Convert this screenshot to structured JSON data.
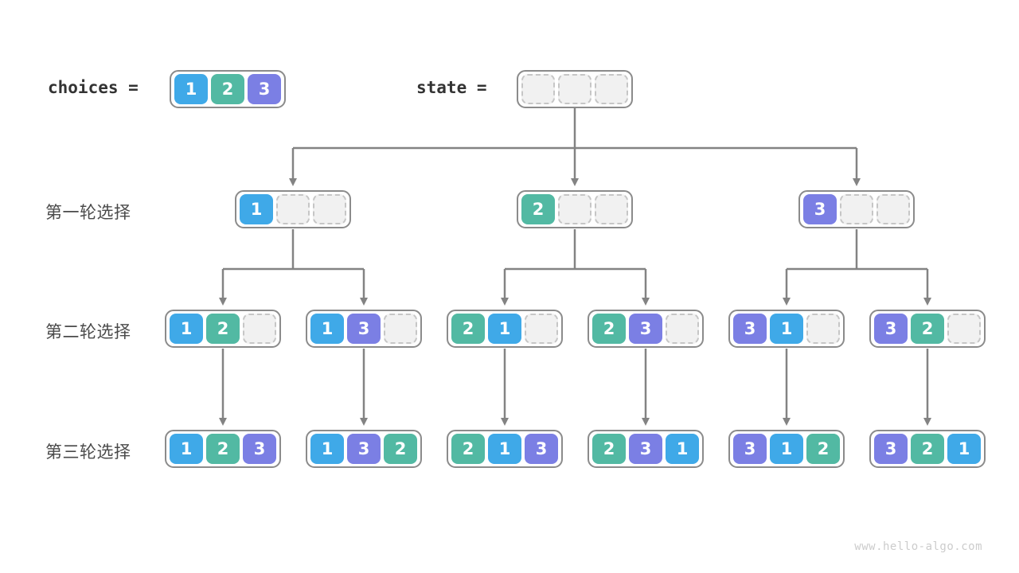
{
  "header": {
    "choices_label": "choices =",
    "state_label": "state =",
    "choices_values": [
      1,
      2,
      3
    ],
    "state_values": [
      null,
      null,
      null
    ]
  },
  "rows": [
    {
      "label": "第一轮选择",
      "nodes": [
        [
          1,
          null,
          null
        ],
        [
          2,
          null,
          null
        ],
        [
          3,
          null,
          null
        ]
      ]
    },
    {
      "label": "第二轮选择",
      "nodes": [
        [
          1,
          2,
          null
        ],
        [
          1,
          3,
          null
        ],
        [
          2,
          1,
          null
        ],
        [
          2,
          3,
          null
        ],
        [
          3,
          1,
          null
        ],
        [
          3,
          2,
          null
        ]
      ]
    },
    {
      "label": "第三轮选择",
      "nodes": [
        [
          1,
          2,
          3
        ],
        [
          1,
          3,
          2
        ],
        [
          2,
          1,
          3
        ],
        [
          2,
          3,
          1
        ],
        [
          3,
          1,
          2
        ],
        [
          3,
          2,
          1
        ]
      ]
    }
  ],
  "colors": {
    "value_1": "#3fa9e8",
    "value_2": "#52b9a3",
    "value_3": "#7b7fe4",
    "arrow": "#838383",
    "box_border": "#8b8b8b",
    "empty_cell": "#f1f1f1"
  },
  "watermark": "www.hello-algo.com"
}
